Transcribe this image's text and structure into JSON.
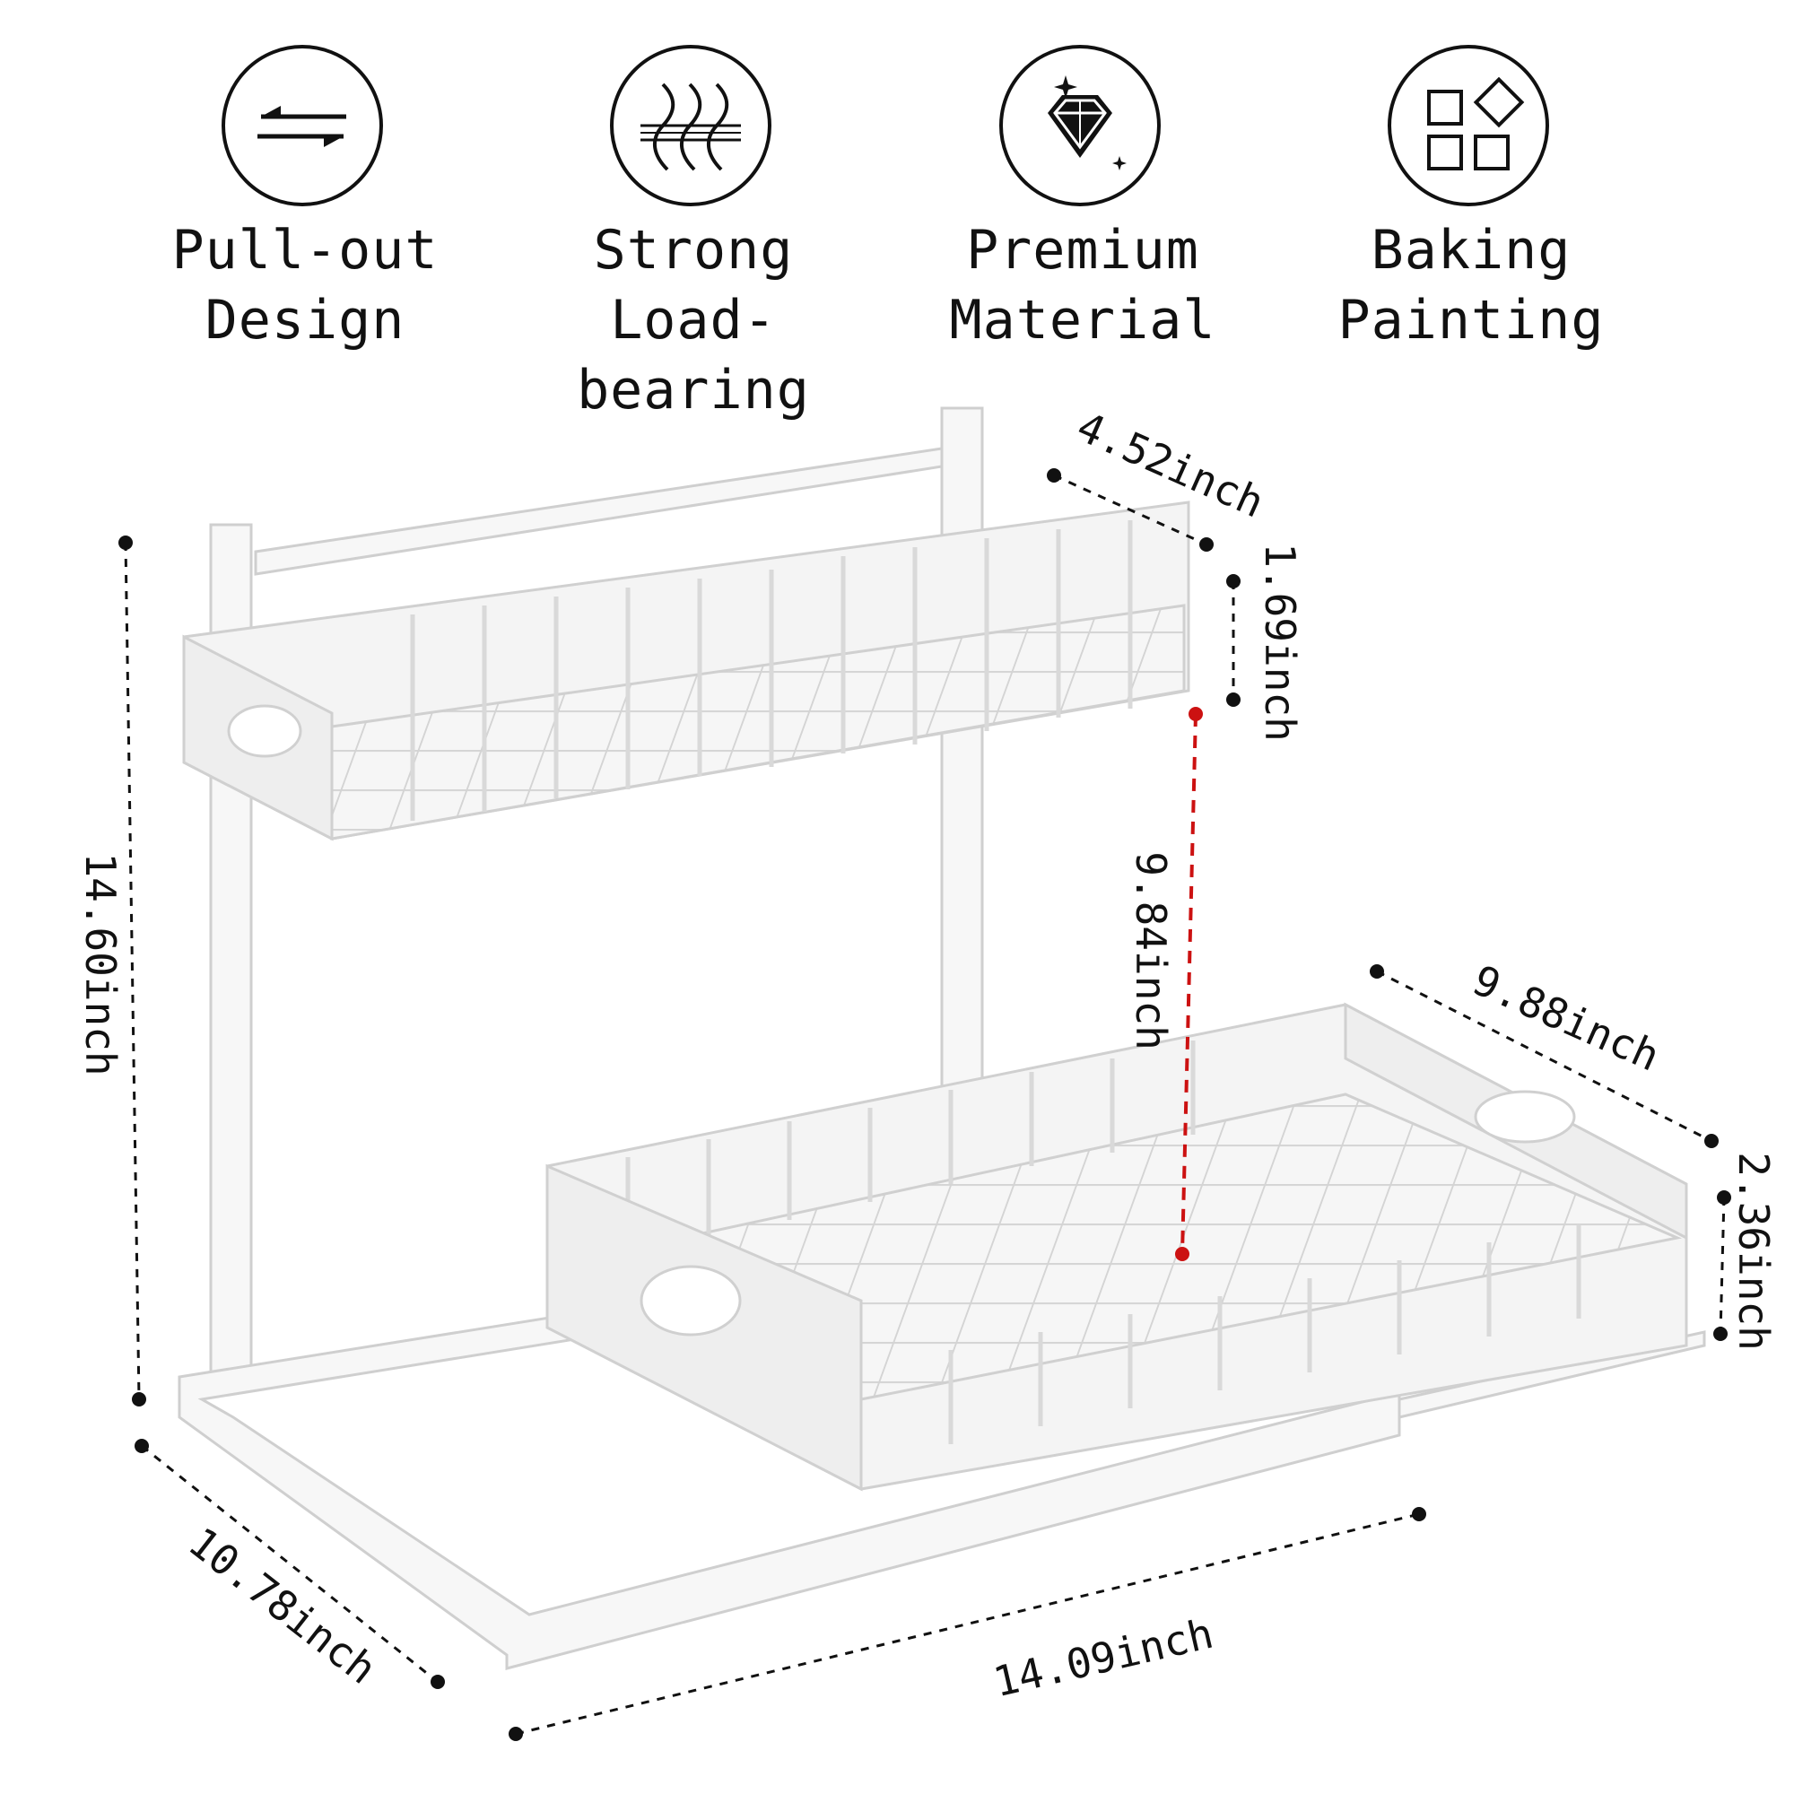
{
  "features": [
    {
      "icon": "pull-out-arrows-icon",
      "line1": "Pull-out",
      "line2": "Design"
    },
    {
      "icon": "load-bearing-waves-icon",
      "line1": "Strong",
      "line2": "Load-bearing"
    },
    {
      "icon": "diamond-icon",
      "line1": "Premium",
      "line2": "Material"
    },
    {
      "icon": "shapes-grid-icon",
      "line1": "Baking",
      "line2": "Painting"
    }
  ],
  "dimensions": {
    "total_height": "14.60inch",
    "top_basket_depth": "4.52inch",
    "top_basket_height": "1.69inch",
    "shelf_gap": "9.84inch",
    "bottom_basket_depth": "9.88inch",
    "bottom_basket_height": "2.36inch",
    "base_depth": "10.78inch",
    "base_width": "14.09inch"
  },
  "colors": {
    "accent_red": "#cc1111",
    "ink": "#111111",
    "rack": "#f4f4f4"
  }
}
